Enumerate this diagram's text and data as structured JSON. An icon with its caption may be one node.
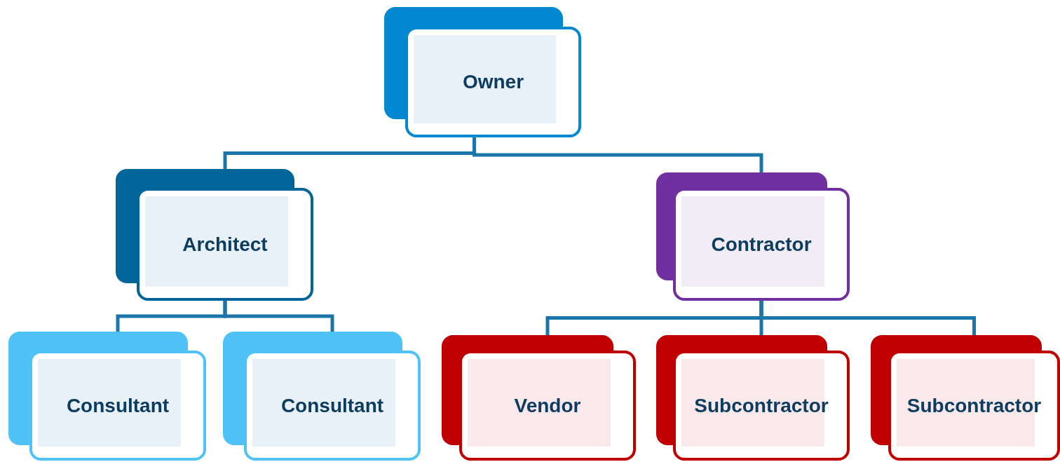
{
  "diagram": {
    "nodes": [
      {
        "text": [
          "Owner"
        ]
      },
      {
        "text": [
          "Architect"
        ]
      },
      {
        "text": [
          "Contractor"
        ]
      },
      {
        "text": [
          "Consultant"
        ]
      },
      {
        "text": [
          "Consultant"
        ]
      },
      {
        "text": [
          "Vendor"
        ]
      },
      {
        "text": [
          "Subcontractor"
        ]
      },
      {
        "text": [
          "Subcontractor"
        ]
      }
    ],
    "edges": [
      {
        "from": 0,
        "to": 1,
        "arrow": "none"
      },
      {
        "from": 0,
        "to": 2,
        "arrow": "none"
      },
      {
        "from": 1,
        "to": 3,
        "arrow": "none"
      },
      {
        "from": 1,
        "to": 4,
        "arrow": "none"
      },
      {
        "from": 2,
        "to": 5,
        "arrow": "none"
      },
      {
        "from": 2,
        "to": 6,
        "arrow": "none"
      },
      {
        "from": 2,
        "to": 7,
        "arrow": "none"
      }
    ]
  }
}
